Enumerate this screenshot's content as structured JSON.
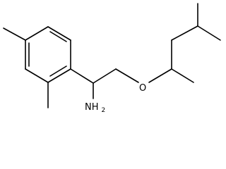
{
  "molecule": {
    "atoms": {
      "oxygen": "O",
      "amine_main": "NH",
      "amine_sub": "2"
    },
    "colors": {
      "bond": "#000000",
      "label": "#000000",
      "background": "#ffffff"
    }
  }
}
